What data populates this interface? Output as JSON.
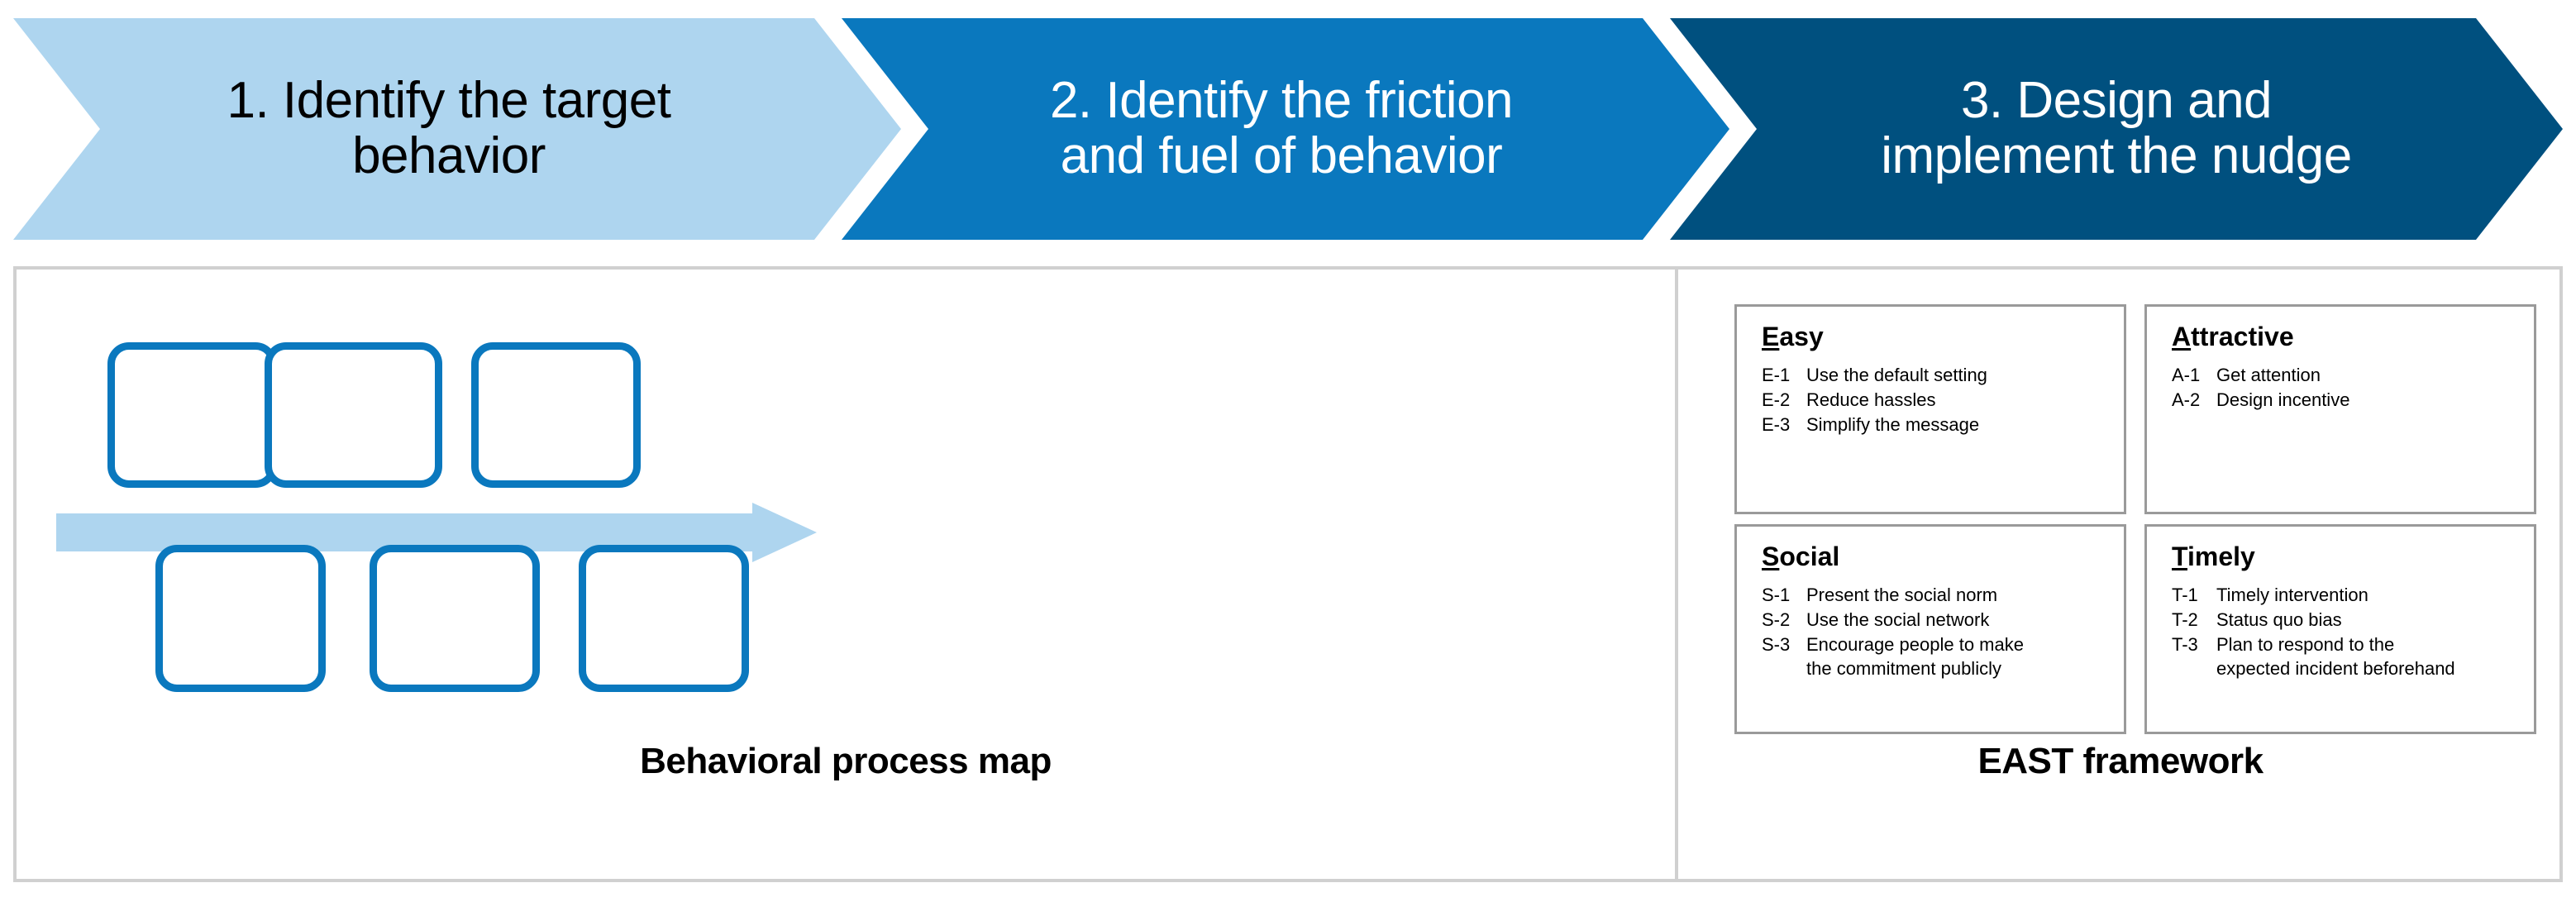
{
  "steps": [
    {
      "label": "1. Identify the target\nbehavior",
      "bg": "#aed5ef",
      "fg": "#000000"
    },
    {
      "label": "2. Identify the friction\nand fuel of behavior",
      "bg": "#0a78be",
      "fg": "#ffffff"
    },
    {
      "label": "3. Design and\nimplement the nudge",
      "bg": "#00507f",
      "fg": "#ffffff"
    }
  ],
  "process_map": {
    "caption": "Behavioral process map",
    "box_border_color": "#0a78be",
    "arrow_color": "#aed5ef",
    "top_boxes": [
      "",
      "",
      ""
    ],
    "bottom_boxes": [
      "",
      "",
      ""
    ]
  },
  "east": {
    "caption": "EAST framework",
    "cards": [
      {
        "initial": "E",
        "rest": "asy",
        "items": [
          {
            "code": "E-1",
            "desc": "Use the default setting"
          },
          {
            "code": "E-2",
            "desc": "Reduce hassles"
          },
          {
            "code": "E-3",
            "desc": "Simplify the message"
          }
        ]
      },
      {
        "initial": "A",
        "rest": "ttractive",
        "items": [
          {
            "code": "A-1",
            "desc": "Get attention"
          },
          {
            "code": "A-2",
            "desc": "Design incentive"
          }
        ]
      },
      {
        "initial": "S",
        "rest": "ocial",
        "items": [
          {
            "code": "S-1",
            "desc": "Present the social norm"
          },
          {
            "code": "S-2",
            "desc": "Use the social network"
          },
          {
            "code": "S-3",
            "desc": "Encourage people to make\n   the commitment publicly"
          }
        ]
      },
      {
        "initial": "T",
        "rest": "imely",
        "items": [
          {
            "code": "T-1",
            "desc": "Timely intervention"
          },
          {
            "code": "T-2",
            "desc": "Status quo bias"
          },
          {
            "code": "T-3",
            "desc": "Plan to respond to the\n   expected incident beforehand"
          }
        ]
      }
    ]
  },
  "chart_data": {
    "type": "diagram",
    "title": "Three-step behavioral nudge design process",
    "nodes": [
      "1. Identify the target behavior",
      "2. Identify the friction and fuel of behavior",
      "3. Design and implement the nudge"
    ],
    "panels": [
      "Behavioral process map",
      "EAST framework"
    ]
  }
}
